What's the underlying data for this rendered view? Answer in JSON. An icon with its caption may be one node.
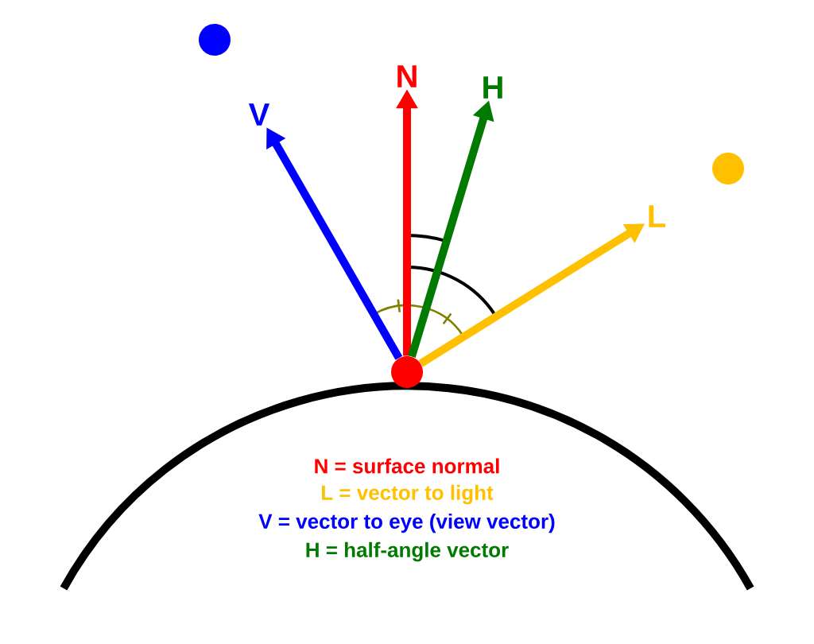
{
  "diagram": {
    "nodes": [
      {
        "text": [],
        "shape": "circle"
      },
      {
        "text": [
          "V"
        ]
      },
      {
        "text": [
          "N"
        ]
      },
      {
        "text": [
          "H"
        ]
      },
      {
        "text": [],
        "shape": "circle"
      },
      {
        "text": [
          "L"
        ]
      },
      {
        "text": [],
        "shape": "circle"
      }
    ],
    "edges": [
      {
        "from": 6,
        "to": 1,
        "arrow": "to",
        "color": "#0000ff"
      },
      {
        "from": 6,
        "to": 2,
        "arrow": "to",
        "color": "#ff0000"
      },
      {
        "from": 6,
        "to": 3,
        "arrow": "to",
        "color": "#007a00"
      },
      {
        "from": 6,
        "to": 5,
        "arrow": "to",
        "color": "#ffc000"
      }
    ],
    "labels": [
      "N = surface normal",
      "L = vector to light",
      "V = vector to eye (view vector)",
      "H = half-angle vector"
    ]
  }
}
